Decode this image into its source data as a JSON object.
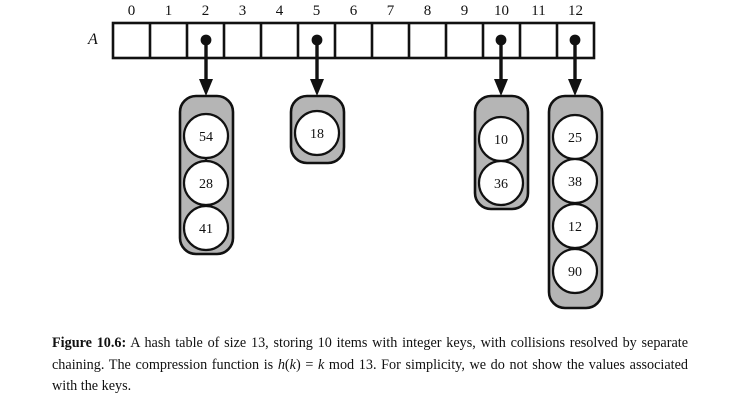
{
  "figure": {
    "array_name": "A",
    "table_size": 13,
    "indices": [
      "0",
      "1",
      "2",
      "3",
      "4",
      "5",
      "6",
      "7",
      "8",
      "9",
      "10",
      "11",
      "12"
    ],
    "occupied_indices": [
      2,
      5,
      10,
      12
    ],
    "buckets": [
      {
        "index": 2,
        "keys": [
          "54",
          "28",
          "41"
        ]
      },
      {
        "index": 5,
        "keys": [
          "18"
        ]
      },
      {
        "index": 10,
        "keys": [
          "10",
          "36"
        ]
      },
      {
        "index": 12,
        "keys": [
          "25",
          "38",
          "12",
          "90"
        ]
      }
    ],
    "colors": {
      "bucket_fill": "#b5b5b5",
      "node_fill": "#ffffff",
      "stroke": "#111111",
      "cell_fill": "#ffffff",
      "background": "#ffffff"
    }
  },
  "caption": {
    "label": "Figure 10.6:",
    "part1": " A hash table of size 13, storing 10 items with integer keys, with collisions resolved by separate chaining. The compression function is ",
    "formula_h": "h",
    "formula_paren_open": "(",
    "formula_k1": "k",
    "formula_paren_close": ")",
    "formula_equals": " = ",
    "formula_k2": "k",
    "formula_mod": " mod 13.",
    "part2": " For simplicity, we do not show the values associated with the keys."
  }
}
